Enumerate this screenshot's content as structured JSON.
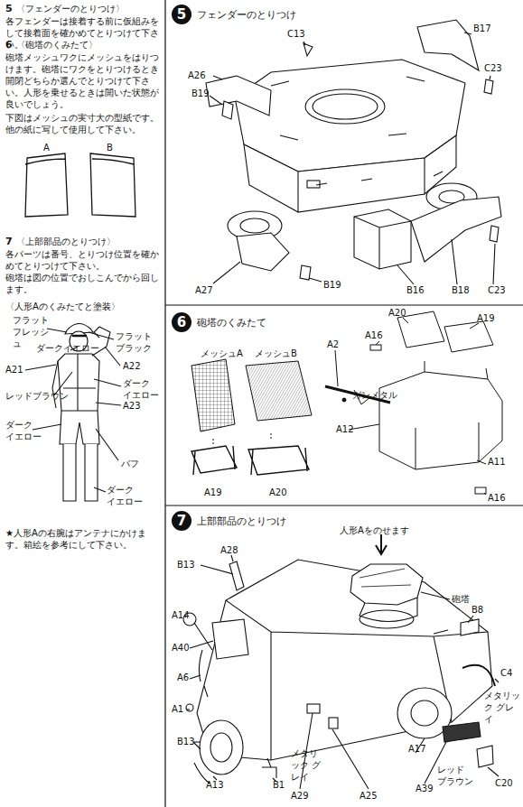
{
  "diagram": {
    "nodes": [
      {
        "text": [
          "5",
          "フェンダーのとりつけ"
        ]
      },
      {
        "text": [
          "6",
          "砲塔のくみたて"
        ]
      },
      {
        "text": [
          "7",
          "上部部品のとりつけ"
        ]
      }
    ],
    "labels": [
      "5",
      "〈フェンダーのとりつけ〉",
      "各フェンダーは接着する前に仮組みをして接着面を確かめてとりつけて下さい。",
      "6",
      "〈砲塔のくみたて〉",
      "砲塔メッシュワクにメッシュをはりつけます。砲塔にワクをとりつけるとき開閉どちらか選んでとりつけて下さい。人形を乗せるときは開いた状態が良いでしょう。",
      "下図はメッシュの実寸大の型紙です。他の紙に写して使用して下さい。",
      "A",
      "B",
      "7",
      "〈上部部品のとりつけ〉",
      "各パーツは番号、とりつけ位置を確かめてとりつけて下さい。",
      "砲塔は図の位置でおしこんでから回します。",
      "〈人形Aのくみたてと塗装〉",
      "フラット フレッシュ",
      "ダークイエロー",
      "フラット ブラック",
      "A21",
      "A22",
      "ダーク イエロー",
      "レッドブラウン",
      "A23",
      "ダーク イエロー",
      "バフ",
      "ダーク イエロー",
      "★人形Aの右腕はアンテナにかけます。箱絵を参考にして下さい。",
      "C13",
      "B17",
      "A26",
      "B19",
      "C23",
      "A27",
      "B19",
      "B16",
      "B18",
      "C23",
      "A20",
      "A19",
      "A16",
      "A2",
      "メッシュA",
      "メッシュB",
      "ガンメタル",
      "A12",
      "A11",
      "A16",
      "A19",
      "A20",
      "人形Aをのせます",
      "砲塔",
      "A28",
      "B13",
      "A14",
      "A40",
      "A6",
      "A1",
      "B13",
      "B8",
      "C4",
      "メタリック グレイ",
      "A13",
      "B1",
      "メタリック グレイ",
      "A29",
      "A25",
      "A17",
      "A39",
      "レッド ブラウン",
      "C20"
    ]
  }
}
